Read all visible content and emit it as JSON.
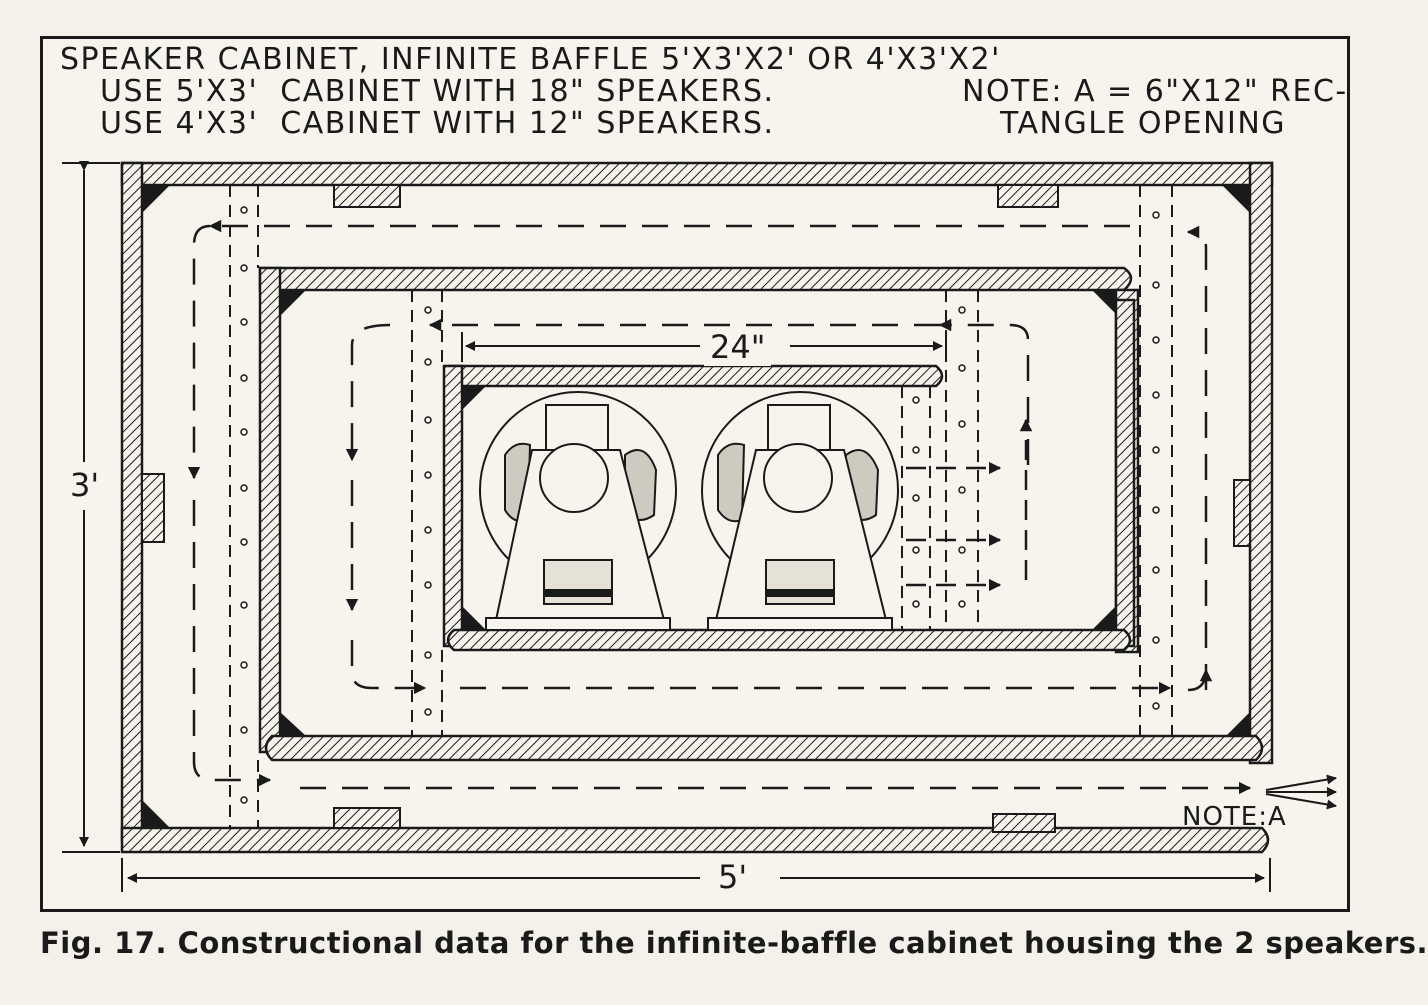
{
  "header": {
    "line1": "SPEAKER CABINET, INFINITE BAFFLE 5'X3'X2' OR 4'X3'X2'",
    "line2": "USE 5'X3'  CABINET WITH 18\" SPEAKERS.",
    "line3": "USE 4'X3'  CABINET WITH 12\" SPEAKERS.",
    "note_line1": "NOTE: A = 6\"X12\" REC-",
    "note_line2": "TANGLE OPENING"
  },
  "dimensions": {
    "height": "3'",
    "width": "5'",
    "inner": "24\""
  },
  "note_label": "NOTE:A",
  "caption": "Fig. 17. Constructional data for the infinite-baffle cabinet housing the 2 speakers.",
  "colors": {
    "ink": "#1a1a1a",
    "paper": "#f7f4ee"
  }
}
